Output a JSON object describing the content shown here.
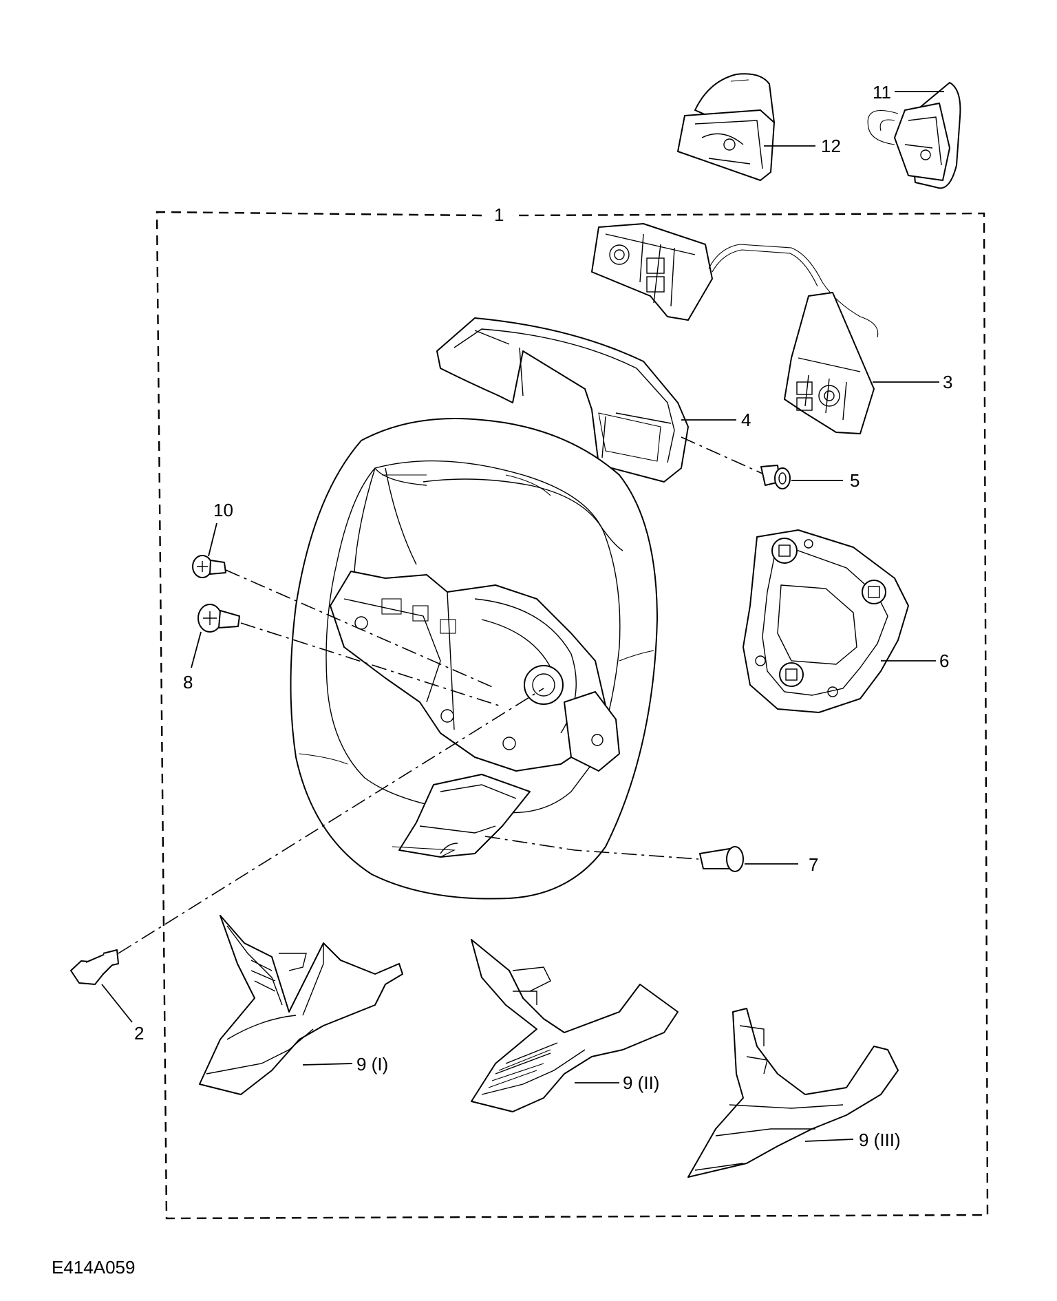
{
  "callouts": [
    {
      "id": "1",
      "label": "1"
    },
    {
      "id": "2",
      "label": "2"
    },
    {
      "id": "3",
      "label": "3"
    },
    {
      "id": "4",
      "label": "4"
    },
    {
      "id": "5",
      "label": "5"
    },
    {
      "id": "6",
      "label": "6"
    },
    {
      "id": "7",
      "label": "7"
    },
    {
      "id": "8",
      "label": "8"
    },
    {
      "id": "9-i",
      "label": "9 (I)"
    },
    {
      "id": "9-ii",
      "label": "9 (II)"
    },
    {
      "id": "9-iii",
      "label": "9 (III)"
    },
    {
      "id": "10",
      "label": "10"
    },
    {
      "id": "11",
      "label": "11"
    },
    {
      "id": "12",
      "label": "12"
    }
  ],
  "drawing_code": "E414A059"
}
